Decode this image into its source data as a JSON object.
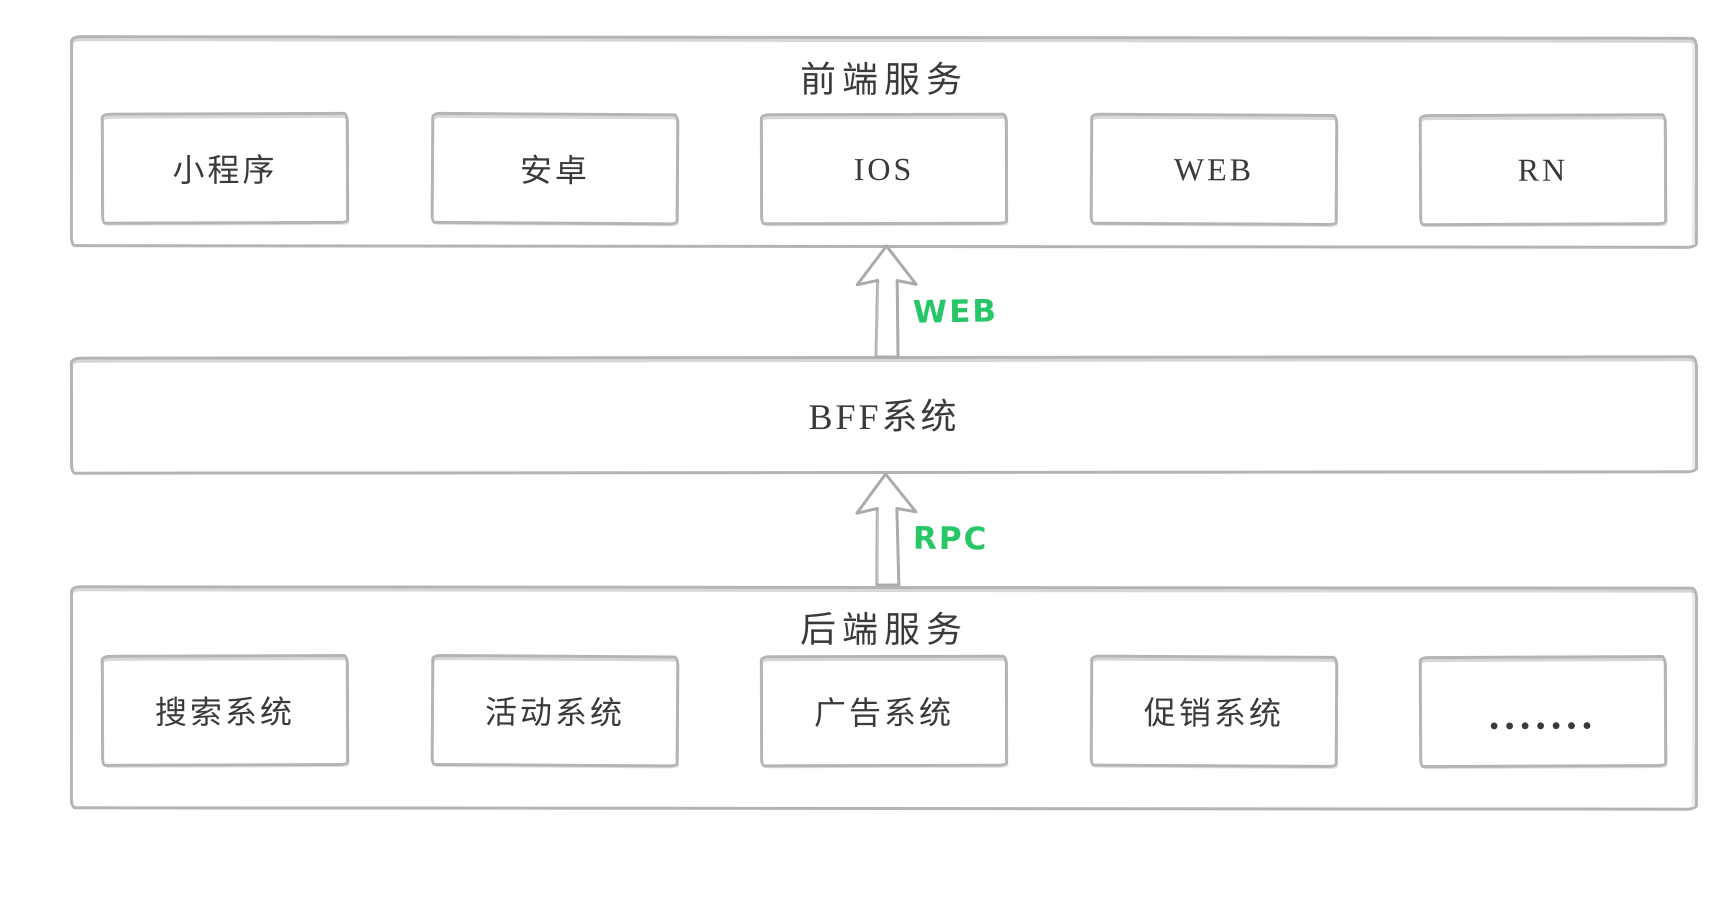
{
  "layers": {
    "frontend": {
      "title": "前端服务",
      "boxes": [
        "小程序",
        "安卓",
        "IOS",
        "WEB",
        "RN"
      ]
    },
    "bff": {
      "title": "BFF系统"
    },
    "backend": {
      "title": "后端服务",
      "boxes": [
        "搜索系统",
        "活动系统",
        "广告系统",
        "促销系统",
        "......."
      ]
    }
  },
  "arrows": [
    {
      "label": "WEB",
      "direction": "up",
      "from": "BFF系统",
      "to": "前端服务"
    },
    {
      "label": "RPC",
      "direction": "up",
      "from": "后端服务",
      "to": "BFF系统"
    }
  ],
  "colors": {
    "stroke": "#b4b4b4",
    "text": "#3a3a3a",
    "accent": "#27c768",
    "background": "#ffffff"
  }
}
